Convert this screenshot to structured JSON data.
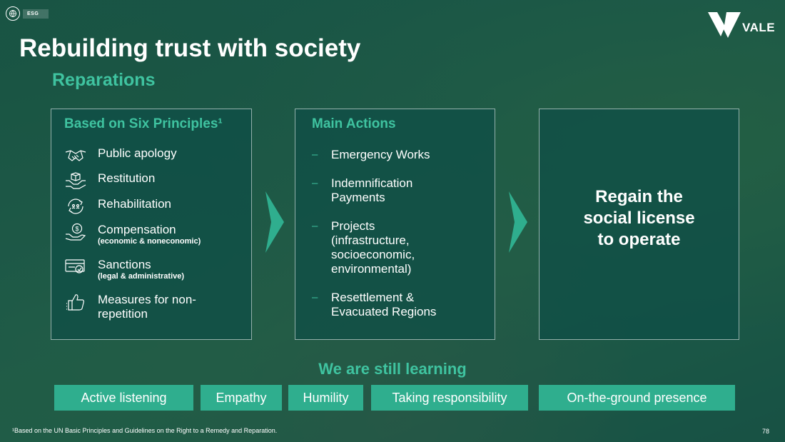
{
  "header": {
    "section_tag": "ESG",
    "logo_text": "VALE",
    "title": "Rebuilding trust with society",
    "subtitle": "Reparations"
  },
  "principles": {
    "heading": "Based on Six Principles¹",
    "items": [
      {
        "label": "Public apology",
        "note": "",
        "icon": "handshake-icon"
      },
      {
        "label": "Restitution",
        "note": "",
        "icon": "hands-giving-box-icon"
      },
      {
        "label": "Rehabilitation",
        "note": "",
        "icon": "recycle-people-icon"
      },
      {
        "label": "Compensation",
        "note": "(economic & noneconomic)",
        "icon": "hand-dollar-coin-icon"
      },
      {
        "label": "Sanctions",
        "note": "(legal & administrative)",
        "icon": "id-card-seal-icon"
      },
      {
        "label": "Measures for non-repetition",
        "note": "",
        "icon": "thumbs-up-icon"
      }
    ]
  },
  "actions": {
    "heading": "Main Actions",
    "items": [
      "Emergency Works",
      "Indemnification Payments",
      "Projects (infrastructure, socioeconomic, environmental)",
      "Resettlement & Evacuated Regions"
    ]
  },
  "goal": {
    "text": "Regain the social license to operate"
  },
  "learning": {
    "heading": "We are still learning",
    "values": [
      "Active listening",
      "Empathy",
      "Humility",
      "Taking responsibility",
      "On-the-ground presence"
    ]
  },
  "footer": {
    "footnote": "¹Based on the UN Basic Principles and Guidelines on the Right to a Remedy and Reparation.",
    "page_number": "78"
  },
  "colors": {
    "accent": "#3fc3a0",
    "button_fill": "#2fae8e",
    "panel_fill": "#0e4e46"
  }
}
